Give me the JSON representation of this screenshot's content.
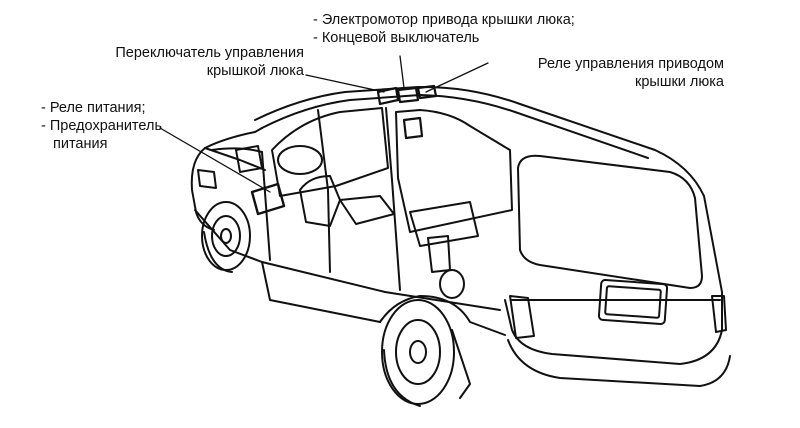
{
  "labels": {
    "motor_group": {
      "line1": "- Электромотор привода крышки  люка;",
      "line2": "- Концевой выключатель"
    },
    "switch": {
      "line1": "Переключатель управления",
      "line2": "крышкой люка"
    },
    "relay_control": {
      "line1": "Реле управления приводом",
      "line2": "крышки  люка"
    },
    "power_group": {
      "line1": "- Реле питания;",
      "line2": "- Предохранитель",
      "line3": "питания"
    }
  },
  "colors": {
    "line": "#111111",
    "background": "#ffffff"
  }
}
